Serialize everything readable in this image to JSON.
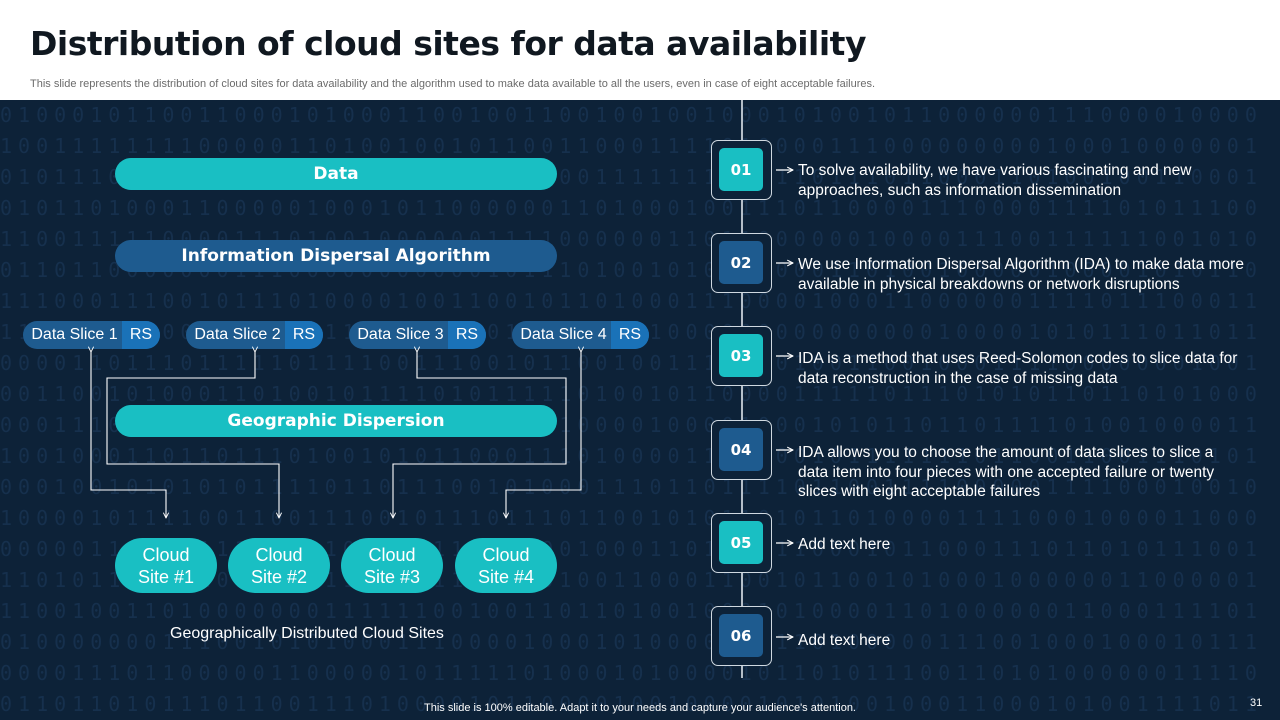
{
  "header": {
    "title": "Distribution of cloud sites for data availability",
    "subtitle": "This slide represents the distribution of cloud sites for data availability and the algorithm used to make data available to all the users, even in case of eight acceptable failures."
  },
  "diagram": {
    "data_label": "Data",
    "ida_label": "Information Dispersal Algorithm",
    "slices": [
      {
        "label": "Data Slice 1",
        "tag": "RS"
      },
      {
        "label": "Data Slice 2",
        "tag": "RS"
      },
      {
        "label": "Data Slice 3",
        "tag": "RS"
      },
      {
        "label": "Data Slice 4",
        "tag": "RS"
      }
    ],
    "geo_label": "Geographic Dispersion",
    "clouds": [
      {
        "line1": "Cloud",
        "line2": "Site #1"
      },
      {
        "line1": "Cloud",
        "line2": "Site #2"
      },
      {
        "line1": "Cloud",
        "line2": "Site #3"
      },
      {
        "line1": "Cloud",
        "line2": "Site #4"
      }
    ],
    "caption": "Geographically Distributed Cloud Sites"
  },
  "steps": [
    {
      "num": "01",
      "text": "To solve availability, we have various fascinating and new approaches, such as information dissemination"
    },
    {
      "num": "02",
      "text": "We use Information  Dispersal Algorithm (IDA) to make data more available in physical breakdowns or network disruptions"
    },
    {
      "num": "03",
      "text": "IDA is a method that uses Reed-Solomon codes to slice data for data reconstruction in the case of missing data"
    },
    {
      "num": "04",
      "text": "IDA allows you to choose the amount  of data slices to slice a data item into four pieces with one accepted failure or twenty  slices with eight acceptable failures"
    },
    {
      "num": "05",
      "text": "Add text here"
    },
    {
      "num": "06",
      "text": "Add text here"
    }
  ],
  "footer": {
    "note": "This slide is 100% editable. Adapt it to your needs and capture your audience's attention.",
    "page": "31"
  },
  "colors": {
    "background": "#0d2238",
    "teal": "#19bfc3",
    "blue": "#1e5b8f",
    "rs_tag": "#1a72b8"
  }
}
